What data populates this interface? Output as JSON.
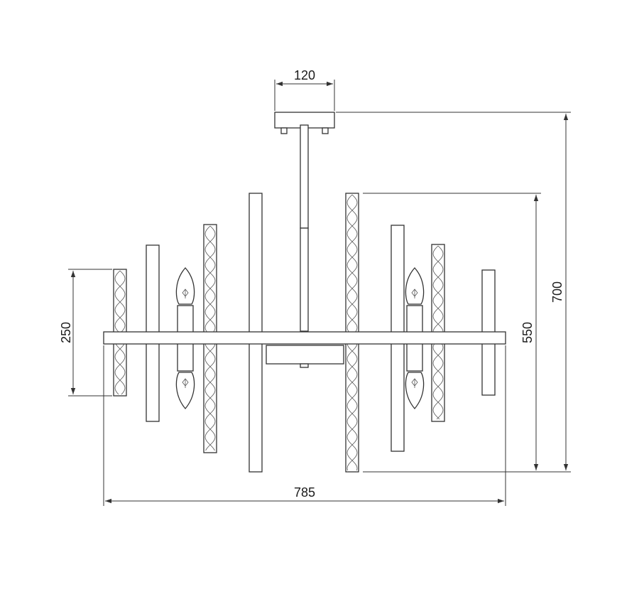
{
  "dimensions": {
    "canopy_width": "120",
    "total_height": "700",
    "body_height": "550",
    "short_bar_height": "250",
    "total_width": "785"
  }
}
